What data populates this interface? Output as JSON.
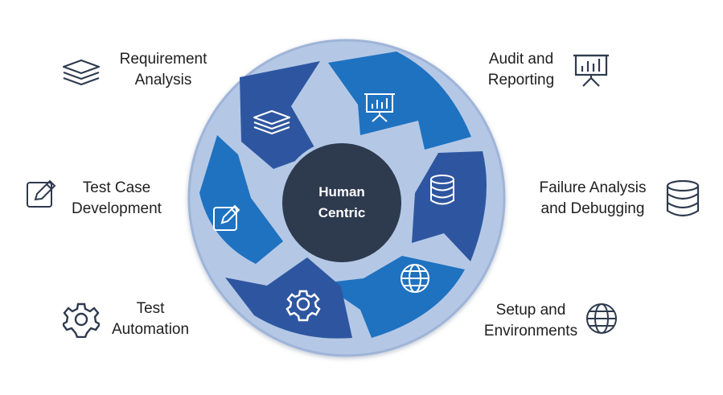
{
  "center": {
    "line1": "Human",
    "line2": "Centric"
  },
  "stages": [
    {
      "id": "requirement-analysis",
      "label": "Requirement\nAnalysis",
      "icon": "layers-icon"
    },
    {
      "id": "audit-reporting",
      "label": "Audit and\nReporting",
      "icon": "presentation-chart-icon"
    },
    {
      "id": "failure-analysis",
      "label": "Failure Analysis\nand Debugging",
      "icon": "database-icon"
    },
    {
      "id": "setup-environments",
      "label": "Setup and\nEnvironments",
      "icon": "globe-icon"
    },
    {
      "id": "test-automation",
      "label": "Test\nAutomation",
      "icon": "gear-icon"
    },
    {
      "id": "test-case-development",
      "label": "Test Case\nDevelopment",
      "icon": "edit-icon"
    }
  ],
  "colors": {
    "ring": "#b4c8e6",
    "ring_edge": "#9fb4d8",
    "segment_dark": "#2e56a0",
    "segment_mid": "#1f72c0",
    "hub": "#2e3a4e",
    "icon_outline": "#2e3a4e"
  }
}
